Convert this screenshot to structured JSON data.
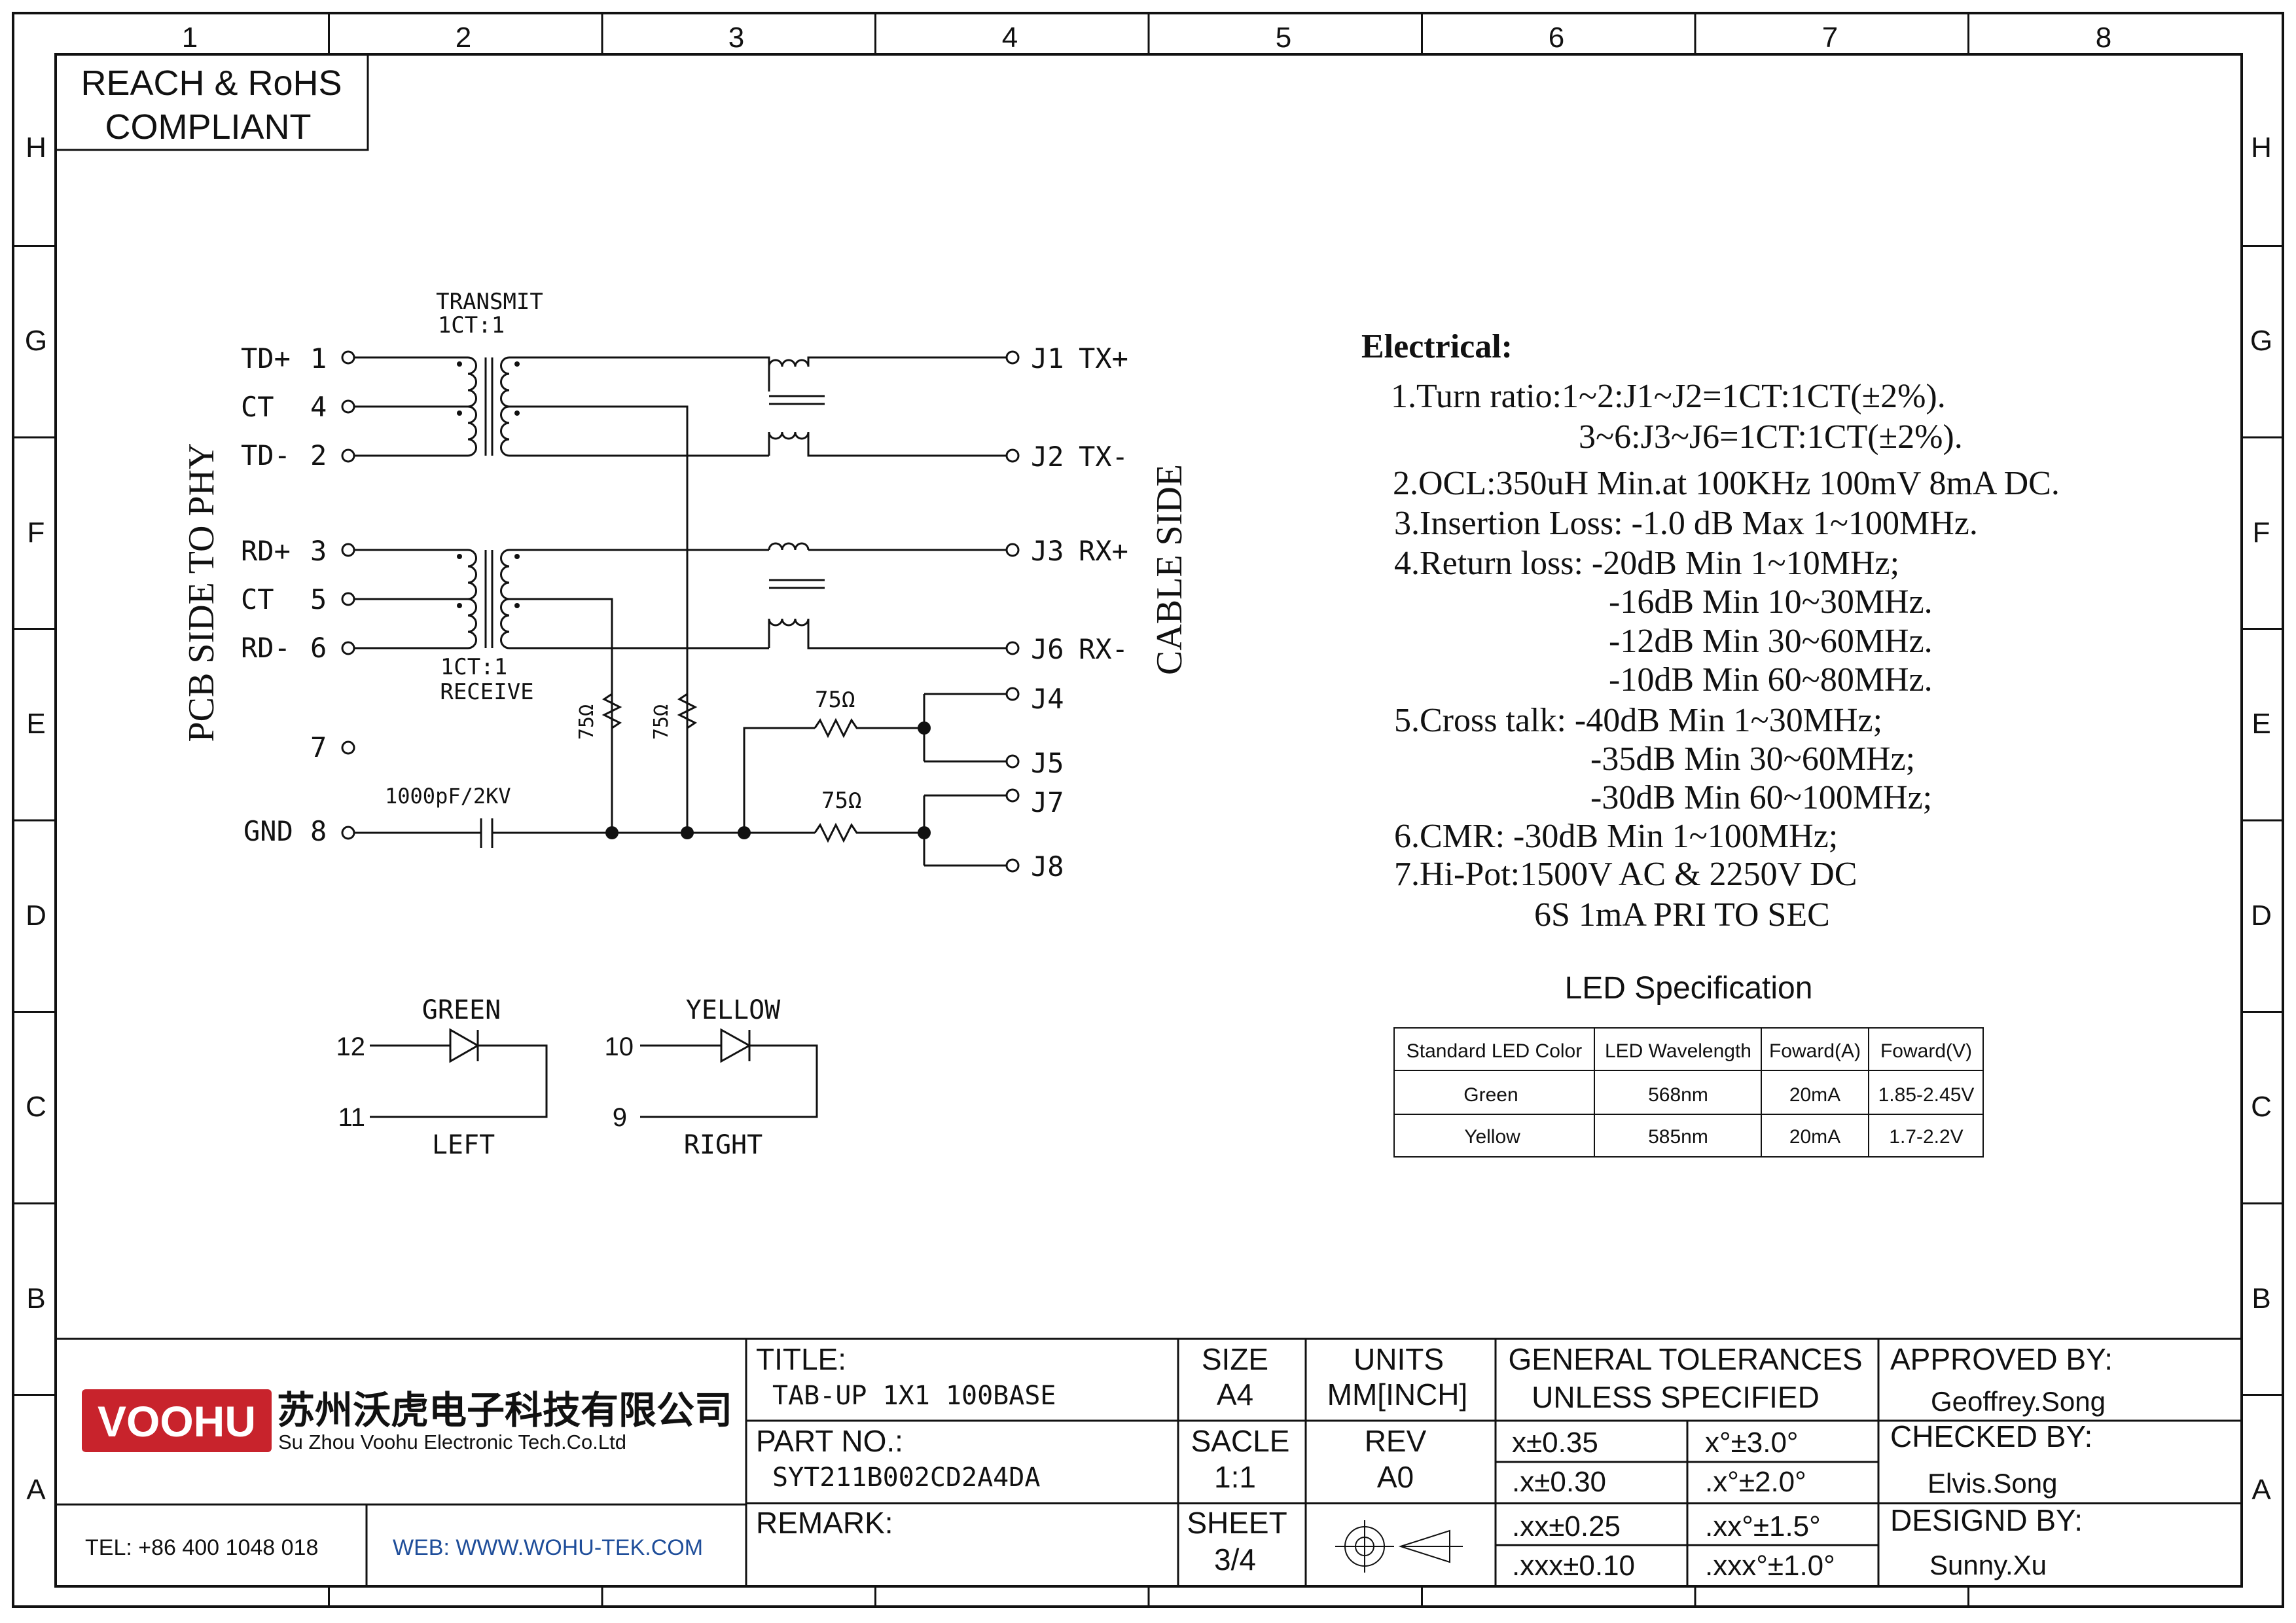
{
  "compliance": {
    "line1": "REACH & RoHS",
    "line2": "COMPLIANT"
  },
  "grid": {
    "columns": [
      "1",
      "2",
      "3",
      "4",
      "5",
      "6",
      "7",
      "8"
    ],
    "rows": [
      "H",
      "G",
      "F",
      "E",
      "D",
      "C",
      "B",
      "A"
    ]
  },
  "schematic": {
    "transmit_label": "TRANSMIT",
    "transmit_ratio": "1CT:1",
    "receive_ratio": "1CT:1",
    "receive_label": "RECEIVE",
    "pcb_side": "PCB SIDE TO PHY",
    "cable_side": "CABLE SIDE",
    "left_pins": [
      {
        "name": "TD+",
        "num": "1"
      },
      {
        "name": "CT",
        "num": "4"
      },
      {
        "name": "TD-",
        "num": "2"
      },
      {
        "name": "RD+",
        "num": "3"
      },
      {
        "name": "CT",
        "num": "5"
      },
      {
        "name": "RD-",
        "num": "6"
      },
      {
        "name": "",
        "num": "7"
      },
      {
        "name": "GND",
        "num": "8"
      }
    ],
    "right_pins": [
      {
        "name": "J1",
        "signal": "TX+"
      },
      {
        "name": "J2",
        "signal": "TX-"
      },
      {
        "name": "J3",
        "signal": "RX+"
      },
      {
        "name": "J6",
        "signal": "RX-"
      },
      {
        "name": "J4",
        "signal": ""
      },
      {
        "name": "J5",
        "signal": ""
      },
      {
        "name": "J7",
        "signal": ""
      },
      {
        "name": "J8",
        "signal": ""
      }
    ],
    "resistor_label": "75Ω",
    "capacitor_label": "1000pF/2KV"
  },
  "leds": [
    {
      "color": "GREEN",
      "anode": "12",
      "cathode": "11",
      "position": "LEFT"
    },
    {
      "color": "YELLOW",
      "anode": "10",
      "cathode": "9",
      "position": "RIGHT"
    }
  ],
  "electrical": {
    "heading": "Electrical:",
    "lines": [
      "1.Turn ratio:1~2:J1~J2=1CT:1CT(±2%).",
      "3~6:J3~J6=1CT:1CT(±2%).",
      "2.OCL:350uH Min.at 100KHz 100mV 8mA DC.",
      "3.Insertion Loss: -1.0 dB Max 1~100MHz.",
      "4.Return loss: -20dB Min 1~10MHz;",
      "-16dB Min 10~30MHz.",
      "-12dB Min 30~60MHz.",
      "-10dB Min 60~80MHz.",
      "5.Cross talk: -40dB Min 1~30MHz;",
      "-35dB Min 30~60MHz;",
      "-30dB Min 60~100MHz;",
      "6.CMR: -30dB Min 1~100MHz;",
      "7.Hi-Pot:1500V AC & 2250V DC",
      "6S 1mA PRI TO SEC"
    ]
  },
  "led_spec": {
    "title": "LED Specification",
    "headers": [
      "Standard LED Color",
      "LED Wavelength",
      "Foward(A)",
      "Foward(V)"
    ],
    "rows": [
      [
        "Green",
        "568nm",
        "20mA",
        "1.85-2.45V"
      ],
      [
        "Yellow",
        "585nm",
        "20mA",
        "1.7-2.2V"
      ]
    ]
  },
  "title_block": {
    "logo": "VOOHU",
    "company_cn": "苏州沃虎电子科技有限公司",
    "company_en": "Su Zhou Voohu Electronic Tech.Co.Ltd",
    "tel": "TEL: +86 400 1048 018",
    "web": "WEB: WWW.WOHU-TEK.COM",
    "title_label": "TITLE:",
    "title_value": "TAB-UP 1X1 100BASE",
    "part_label": "PART NO.:",
    "part_value": "SYT211B002CD2A4DA",
    "remark_label": "REMARK:",
    "size_label": "SIZE",
    "size_value": "A4",
    "scale_label": "SACLE",
    "scale_value": "1:1",
    "sheet_label": "SHEET",
    "sheet_value": "3/4",
    "units_label": "UNITS",
    "units_value": "MM[INCH]",
    "rev_label": "REV",
    "rev_value": "A0",
    "tolerance_title1": "GENERAL TOLERANCES",
    "tolerance_title2": "UNLESS SPECIFIED",
    "tolerances": [
      [
        "x±0.35",
        "x°±3.0°"
      ],
      [
        ".x±0.30",
        ".x°±2.0°"
      ],
      [
        ".xx±0.25",
        ".xx°±1.5°"
      ],
      [
        ".xxx±0.10",
        ".xxx°±1.0°"
      ]
    ],
    "approved_label": "APPROVED BY:",
    "approved_value": "Geoffrey.Song",
    "checked_label": "CHECKED BY:",
    "checked_value": "Elvis.Song",
    "designed_label": "DESIGND BY:",
    "designed_value": "Sunny.Xu"
  },
  "colors": {
    "logo_red": "#c8232c",
    "web_blue": "#1f4e9a",
    "ink": "#111111"
  }
}
